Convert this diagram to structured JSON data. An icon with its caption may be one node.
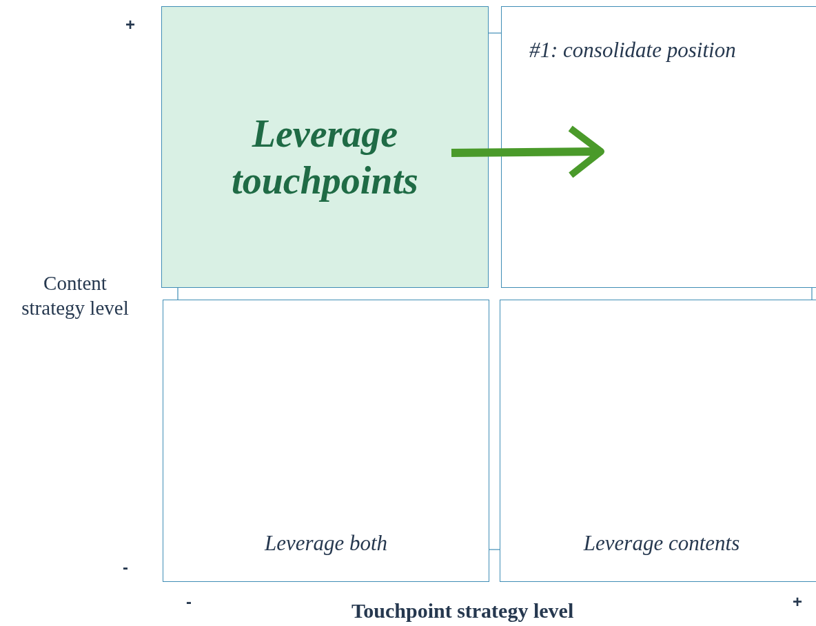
{
  "diagram": {
    "nodes": [
      {
        "text": [
          "Leverage touchpoints"
        ]
      },
      {
        "text": [
          "#1: consolidate position"
        ]
      },
      {
        "text": [
          "Leverage both"
        ]
      },
      {
        "text": [
          "Leverage contents"
        ]
      }
    ],
    "edges": [
      {
        "from": 0,
        "to": 1,
        "arrow": "to",
        "color": "#4a9a2a"
      }
    ],
    "labels": [
      "+",
      "Content strategy level",
      "-",
      "-",
      "+",
      "Touchpoint strategy level"
    ]
  }
}
